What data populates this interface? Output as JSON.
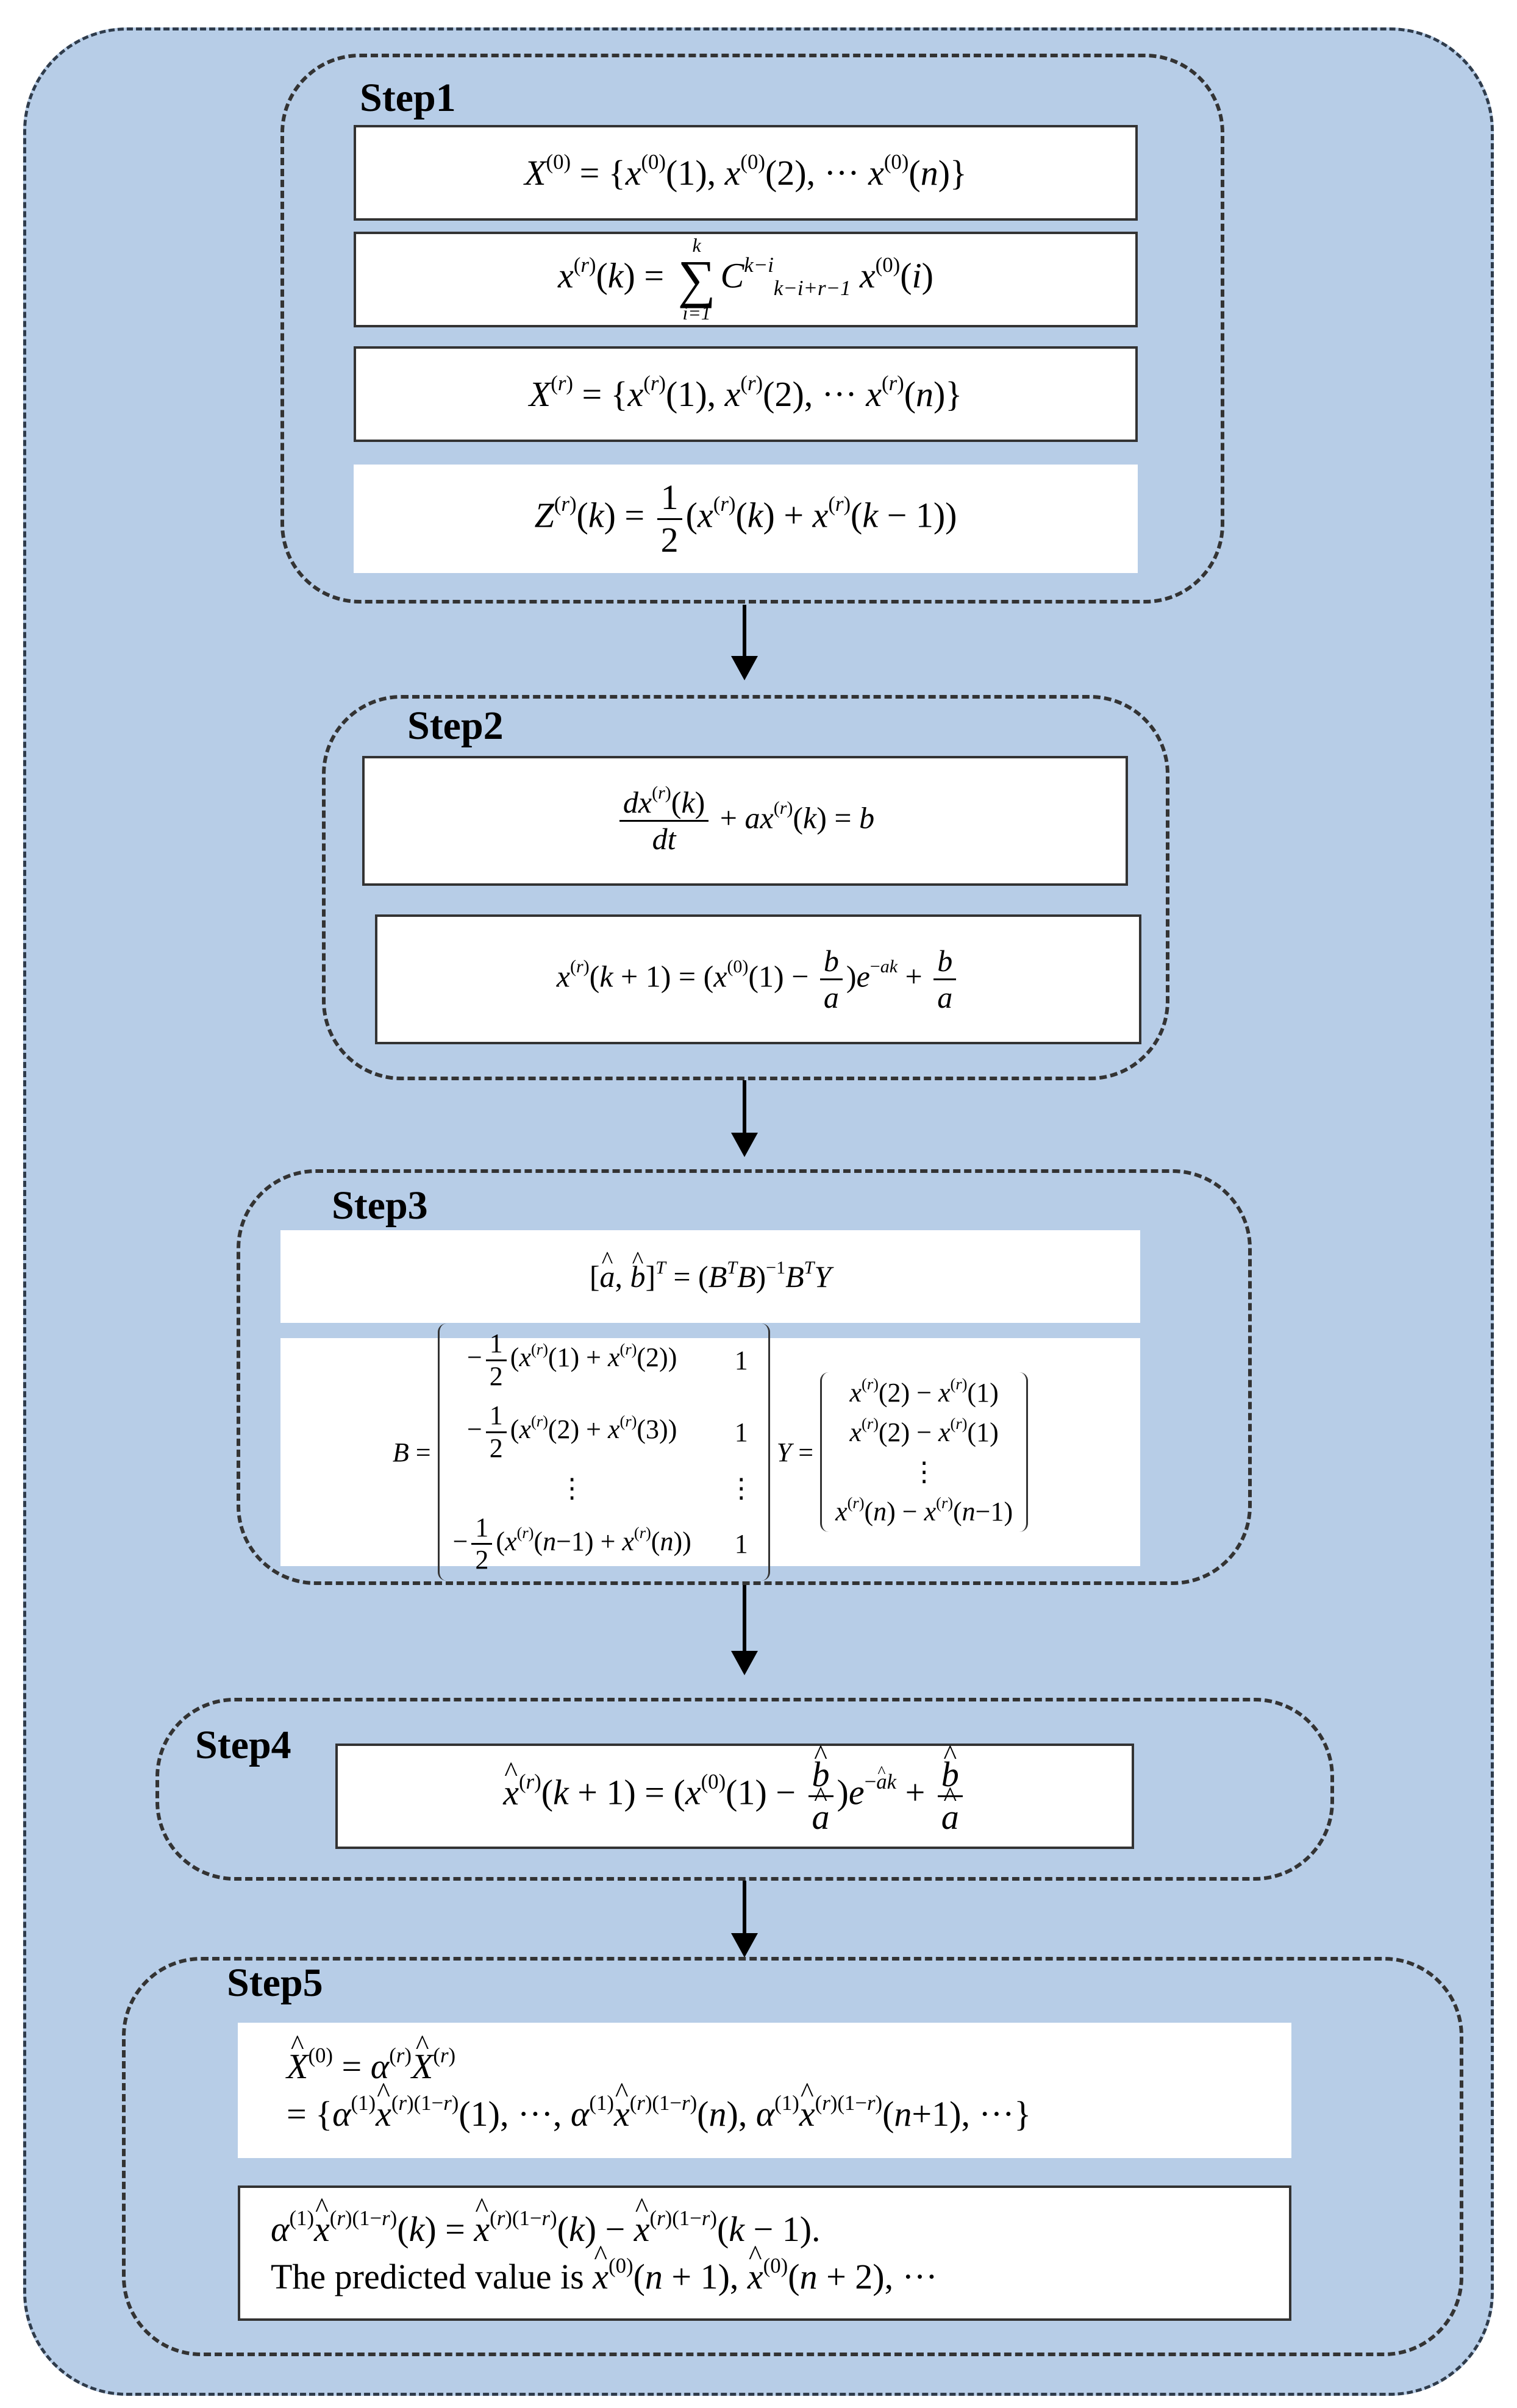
{
  "steps": [
    {
      "label": "Step1"
    },
    {
      "label": "Step2"
    },
    {
      "label": "Step3"
    },
    {
      "label": "Step4"
    },
    {
      "label": "Step5"
    }
  ],
  "step5": {
    "predicted_text": "The predicted value is"
  },
  "colors": {
    "panel": "#b7cde7",
    "border": "#333333",
    "box": "#ffffff"
  }
}
